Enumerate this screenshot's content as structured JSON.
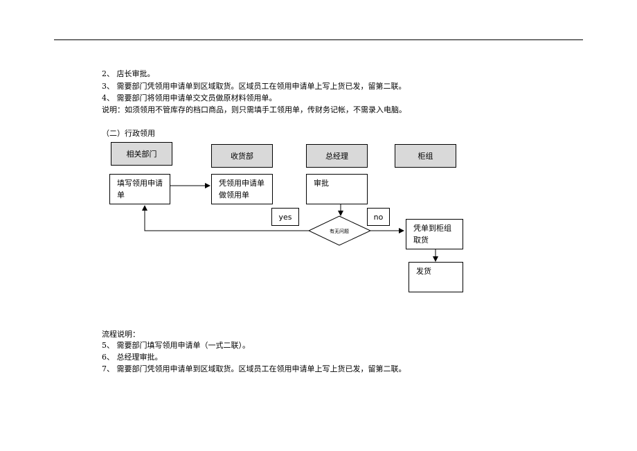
{
  "intro_lines": [
    "2、 店长审批。",
    "3、 需要部门凭领用申请单到区域取货。区域员工在领用申请单上写上货已发，留第二联。",
    "4、 需要部门将领用申请单交文员做原材料领用单。",
    "说明：如须领用不管库存的档口商品，则只需填手工领用单，传财务记帐，不需录入电脑。"
  ],
  "section_title": "（二）行政领用",
  "flowchart": {
    "headers": [
      "相关部门",
      "收货部",
      "总经理",
      "柜组"
    ],
    "fill_form": "填写领用申请单",
    "make_issue": "凭领用申请单做领用单",
    "approve": "审批",
    "decision": "有无问题",
    "yes": "yes",
    "no": "no",
    "pickup": "凭单到柜组取货",
    "ship": "发货"
  },
  "process_title": "流程说明：",
  "process_lines": [
    "5、 需要部门填写领用申请单（一式二联）。",
    "6、 总经理审批。",
    "7、 需要部门凭领用申请单到区域取货。区域员工在领用申请单上写上货已发，留第二联。"
  ]
}
